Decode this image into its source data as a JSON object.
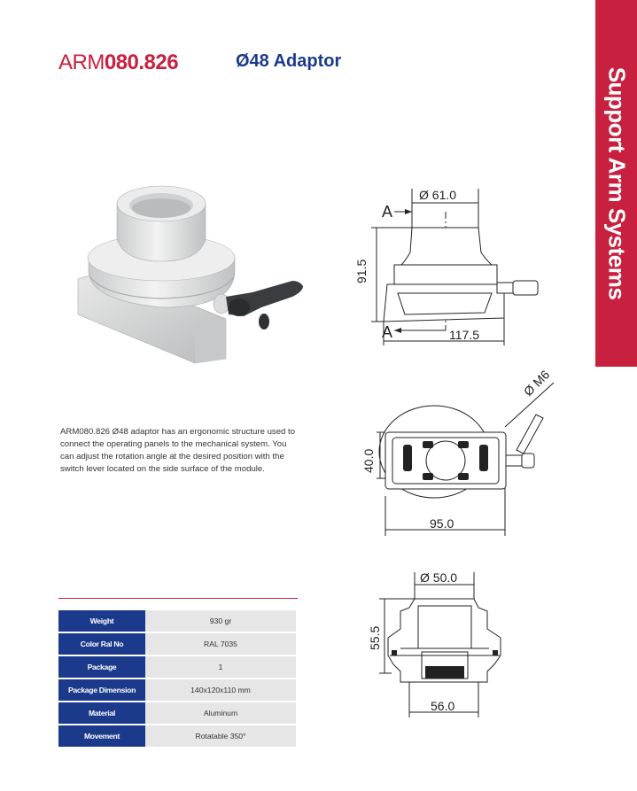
{
  "header": {
    "code_prefix": "ARM",
    "code_number": "080.826",
    "product_name": "Ø48 Adaptor"
  },
  "side_tab": {
    "label": "Support Arm Systems"
  },
  "description": "ARM080.826 Ø48 adaptor has an ergonomic structure used to connect the operating panels to the mechanical system. You can adjust the rotation angle at the desired position with the switch lever located on the side surface of the module.",
  "specs": [
    {
      "label": "Weight",
      "value": "930 gr"
    },
    {
      "label": "Color Ral No",
      "value": "RAL 7035"
    },
    {
      "label": "Package",
      "value": "1"
    },
    {
      "label": "Package Dimension",
      "value": "140x120x110 mm"
    },
    {
      "label": "Material",
      "value": "Aluminum"
    },
    {
      "label": "Movement",
      "value": "Rotatable 350°"
    }
  ],
  "drawings": {
    "front": {
      "diameter_top": "Ø 61.0",
      "height": "91.5",
      "width": "117.5",
      "section_label": "A"
    },
    "top": {
      "thread": "Ø M6",
      "depth": "40.0",
      "width": "95.0"
    },
    "section": {
      "diameter_top": "Ø 50.0",
      "height": "55.5",
      "width_bottom": "56.0"
    }
  },
  "colors": {
    "brand_red": "#c8203f",
    "brand_blue": "#1b3a8c",
    "table_value_bg": "#e6e6e6"
  }
}
